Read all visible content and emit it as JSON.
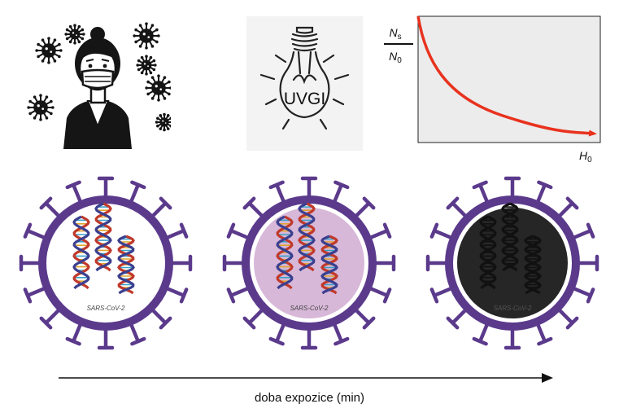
{
  "bulb": {
    "label": "UVGI"
  },
  "decay_plot": {
    "y_label_numerator": "N",
    "y_label_numerator_sub": "s",
    "y_label_denominator": "N",
    "y_label_denominator_sub": "0",
    "x_label": "H",
    "x_label_sub": "0",
    "curve_color": "#e8321e",
    "background": "#ececec"
  },
  "viruses": [
    {
      "label": "SARS-CoV-2",
      "interior": "#ffffff",
      "state": "intact"
    },
    {
      "label": "SARS-CoV-2",
      "interior": "#d7b8d8",
      "state": "partially exposed"
    },
    {
      "label": "SARS-CoV-2",
      "interior": "#262626",
      "state": "inactivated"
    }
  ],
  "virus_color": "#5b3a8c",
  "timeline": {
    "label": "doba expozice (min)"
  }
}
